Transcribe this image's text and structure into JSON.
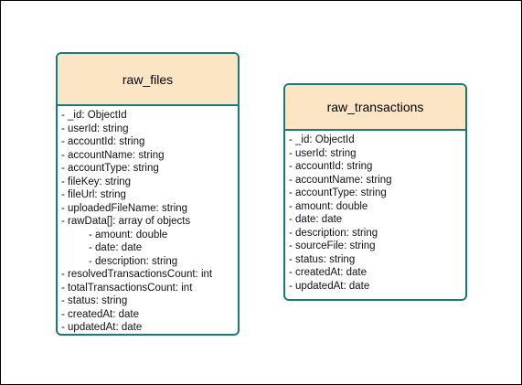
{
  "entities": [
    {
      "name": "raw_files",
      "fields": [
        {
          "text": "- _id: ObjectId",
          "indent": false
        },
        {
          "text": "- userId: string",
          "indent": false
        },
        {
          "text": "- accountId: string",
          "indent": false
        },
        {
          "text": "- accountName: string",
          "indent": false
        },
        {
          "text": "- accountType: string",
          "indent": false
        },
        {
          "text": "- fileKey: string",
          "indent": false
        },
        {
          "text": "- fileUrl: string",
          "indent": false
        },
        {
          "text": "- uploadedFileName: string",
          "indent": false
        },
        {
          "text": "- rawData[]: array of objects",
          "indent": false
        },
        {
          "text": "- amount: double",
          "indent": true
        },
        {
          "text": "- date: date",
          "indent": true
        },
        {
          "text": "- description: string",
          "indent": true
        },
        {
          "text": "- resolvedTransactionsCount: int",
          "indent": false
        },
        {
          "text": "- totalTransactionsCount: int",
          "indent": false
        },
        {
          "text": "- status: string",
          "indent": false
        },
        {
          "text": "- createdAt: date",
          "indent": false
        },
        {
          "text": "- updatedAt: date",
          "indent": false
        }
      ]
    },
    {
      "name": "raw_transactions",
      "fields": [
        {
          "text": "- _id: ObjectId",
          "indent": false
        },
        {
          "text": "- userId: string",
          "indent": false
        },
        {
          "text": "- accountId: string",
          "indent": false
        },
        {
          "text": "- accountName: string",
          "indent": false
        },
        {
          "text": "- accountType: string",
          "indent": false
        },
        {
          "text": "- amount: double",
          "indent": false
        },
        {
          "text": "- date: date",
          "indent": false
        },
        {
          "text": "- description: string",
          "indent": false
        },
        {
          "text": "- sourceFile: string",
          "indent": false
        },
        {
          "text": "- status: string",
          "indent": false
        },
        {
          "text": "- createdAt: date",
          "indent": false
        },
        {
          "text": "- updatedAt: date",
          "indent": false
        }
      ]
    }
  ],
  "colors": {
    "header_fill": "#fce5c4",
    "border": "#1a7a7a"
  }
}
